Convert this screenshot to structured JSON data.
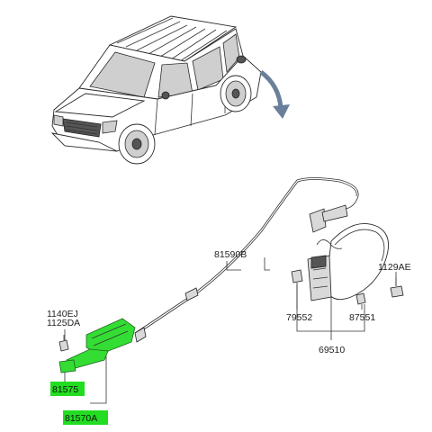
{
  "labels": {
    "l_81590B": "81590B",
    "l_1129AE": "1129AE",
    "l_79552": "79552",
    "l_87551": "87551",
    "l_69510": "69510",
    "l_1140EJ": "1140EJ",
    "l_1125DA": "1125DA"
  },
  "highlighted_labels": {
    "h_81575": "81575",
    "h_81570A": "81570A"
  },
  "colors": {
    "highlight": "#22dd22",
    "arrow": "#6a7f9a"
  }
}
